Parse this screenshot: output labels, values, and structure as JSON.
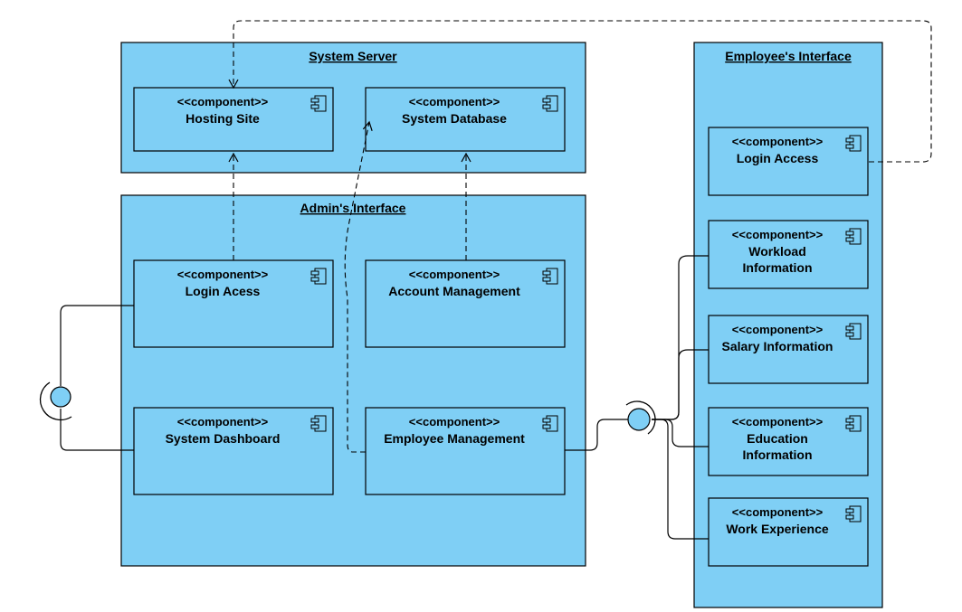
{
  "colors": {
    "fill": "#7fcff5",
    "stroke": "#000000",
    "background": "#ffffff"
  },
  "packages": {
    "server": {
      "title": "System Server"
    },
    "admin": {
      "title": "Admin's Interface"
    },
    "employee": {
      "title": "Employee's Interface"
    }
  },
  "stereotype": "<<component>>",
  "components": {
    "hosting_site": [
      "Hosting Site"
    ],
    "system_database": [
      "System Database"
    ],
    "admin_login": [
      "Login Acess"
    ],
    "account_management": [
      "Account Management"
    ],
    "system_dashboard": [
      "System Dashboard"
    ],
    "employee_management": [
      "Employee Management"
    ],
    "emp_login": [
      "Login Access"
    ],
    "workload": [
      "Workload",
      "Information"
    ],
    "salary": [
      "Salary Information"
    ],
    "education": [
      "Education",
      "Information"
    ],
    "work_experience": [
      "Work Experience"
    ]
  },
  "icons": {
    "component": "component-icon",
    "interface": "lollipop-interface-icon",
    "dependency": "dashed-arrow"
  }
}
